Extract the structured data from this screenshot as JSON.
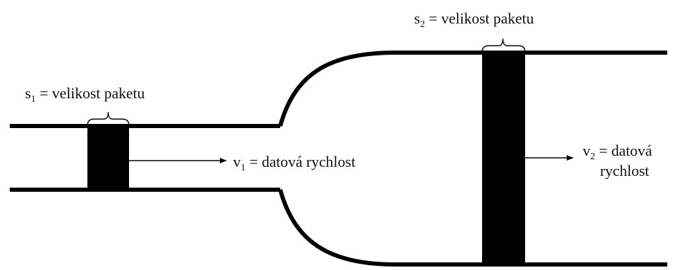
{
  "label_s1": {
    "var": "s",
    "sub": "1",
    "rest": " = velikost paketu"
  },
  "label_s2": {
    "var": "s",
    "sub": "2",
    "rest": " = velikost paketu"
  },
  "label_v1": {
    "var": "v",
    "sub": "1",
    "rest": " = datová rychlost"
  },
  "label_v2": {
    "var": "v",
    "sub": "2",
    "rest_line1": " = datová",
    "line2": "rychlost"
  },
  "colors": {
    "line": "#000000",
    "packet": "#000000",
    "background": "#ffffff"
  }
}
